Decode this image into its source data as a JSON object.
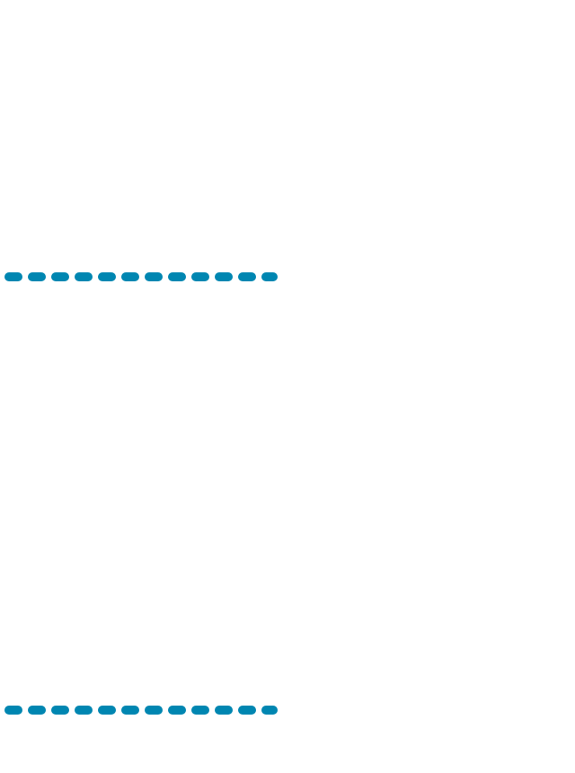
{
  "colors": {
    "background": "#ffffff",
    "divider": "#0086b1"
  },
  "dividers": [
    {
      "name": "dashed-divider-top",
      "style": "dashed",
      "dash_count": 12
    },
    {
      "name": "dashed-divider-bottom",
      "style": "dashed",
      "dash_count": 12
    }
  ]
}
